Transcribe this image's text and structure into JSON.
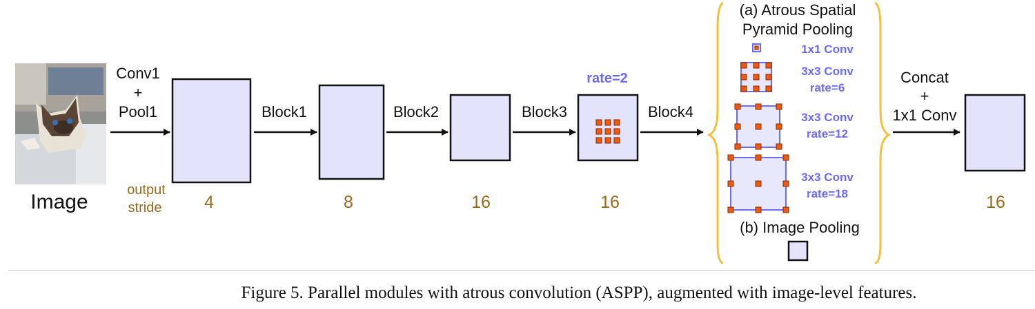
{
  "input": {
    "label": "Image"
  },
  "stem": {
    "line1": "Conv1",
    "line2": "+",
    "line3": "Pool1"
  },
  "output_stride_label": {
    "line1": "output",
    "line2": "stride"
  },
  "blocks": [
    {
      "label": "Block1"
    },
    {
      "label": "Block2"
    },
    {
      "label": "Block3"
    },
    {
      "label": "Block4"
    }
  ],
  "strides": [
    "4",
    "8",
    "16",
    "16",
    "16"
  ],
  "block4_rate": "rate=2",
  "aspp": {
    "title_line1": "(a) Atrous Spatial",
    "title_line2": "Pyramid Pooling",
    "branches": [
      {
        "line1": "1x1 Conv",
        "line2": ""
      },
      {
        "line1": "3x3 Conv",
        "line2": "rate=6"
      },
      {
        "line1": "3x3 Conv",
        "line2": "rate=12"
      },
      {
        "line1": "3x3 Conv",
        "line2": "rate=18"
      }
    ],
    "image_pooling": "(b) Image Pooling"
  },
  "head": {
    "line1": "Concat",
    "line2": "+",
    "line3": "1x1 Conv"
  },
  "caption": "Figure 5. Parallel modules with atrous convolution (ASPP), augmented with image-level features.",
  "colors": {
    "feature_map_fill": "#e3e3fb",
    "kernel_dot": "#ee5a10",
    "aspp_text": "#6b6bf5",
    "stride_text": "#9a6a1c",
    "brace": "#f2c13a"
  }
}
